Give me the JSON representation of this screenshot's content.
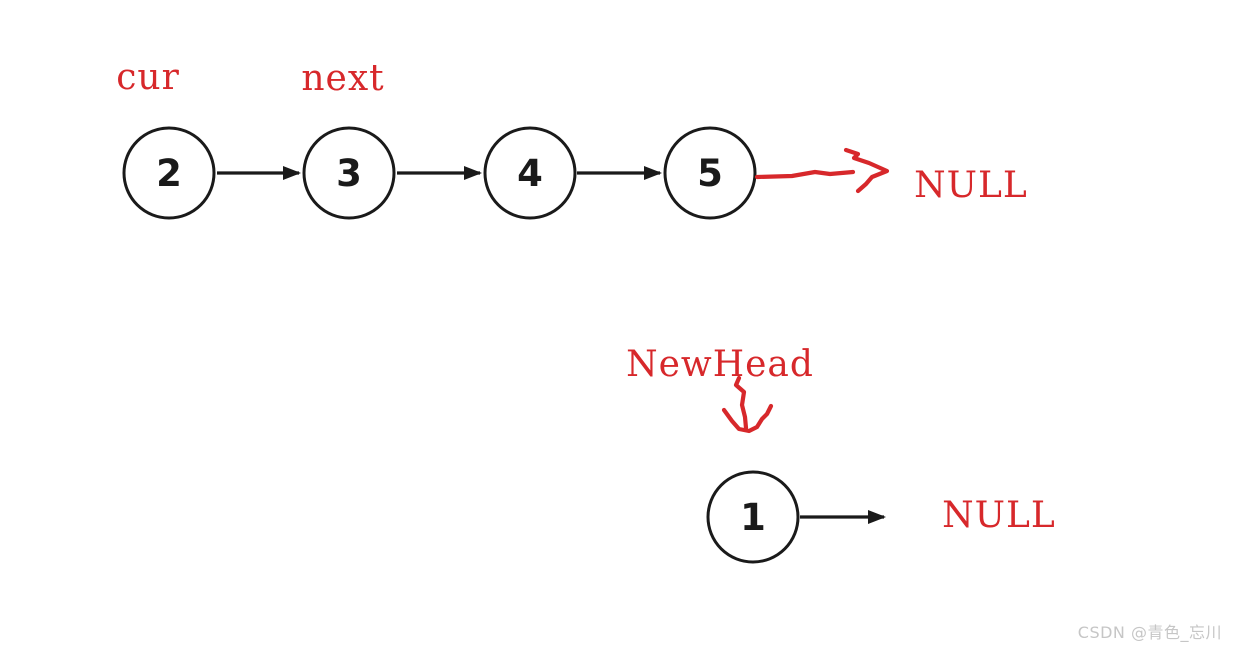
{
  "diagram": {
    "type": "linked-list-reversal-step",
    "colors": {
      "annotation_red": "#d7282b",
      "node_stroke": "#1a1a1a",
      "node_text": "#1a1a1a",
      "watermark_gray": "#c6c6c6"
    },
    "top_list": {
      "pointer_labels": [
        {
          "text": "cur"
        },
        {
          "text": "next"
        }
      ],
      "nodes": [
        {
          "value": "2"
        },
        {
          "value": "3"
        },
        {
          "value": "4"
        },
        {
          "value": "5"
        }
      ],
      "tail_label": "NULL"
    },
    "new_head": {
      "label": "NewHead",
      "node": {
        "value": "1"
      },
      "tail_label": "NULL"
    },
    "watermark": "CSDN @青色_忘川"
  }
}
